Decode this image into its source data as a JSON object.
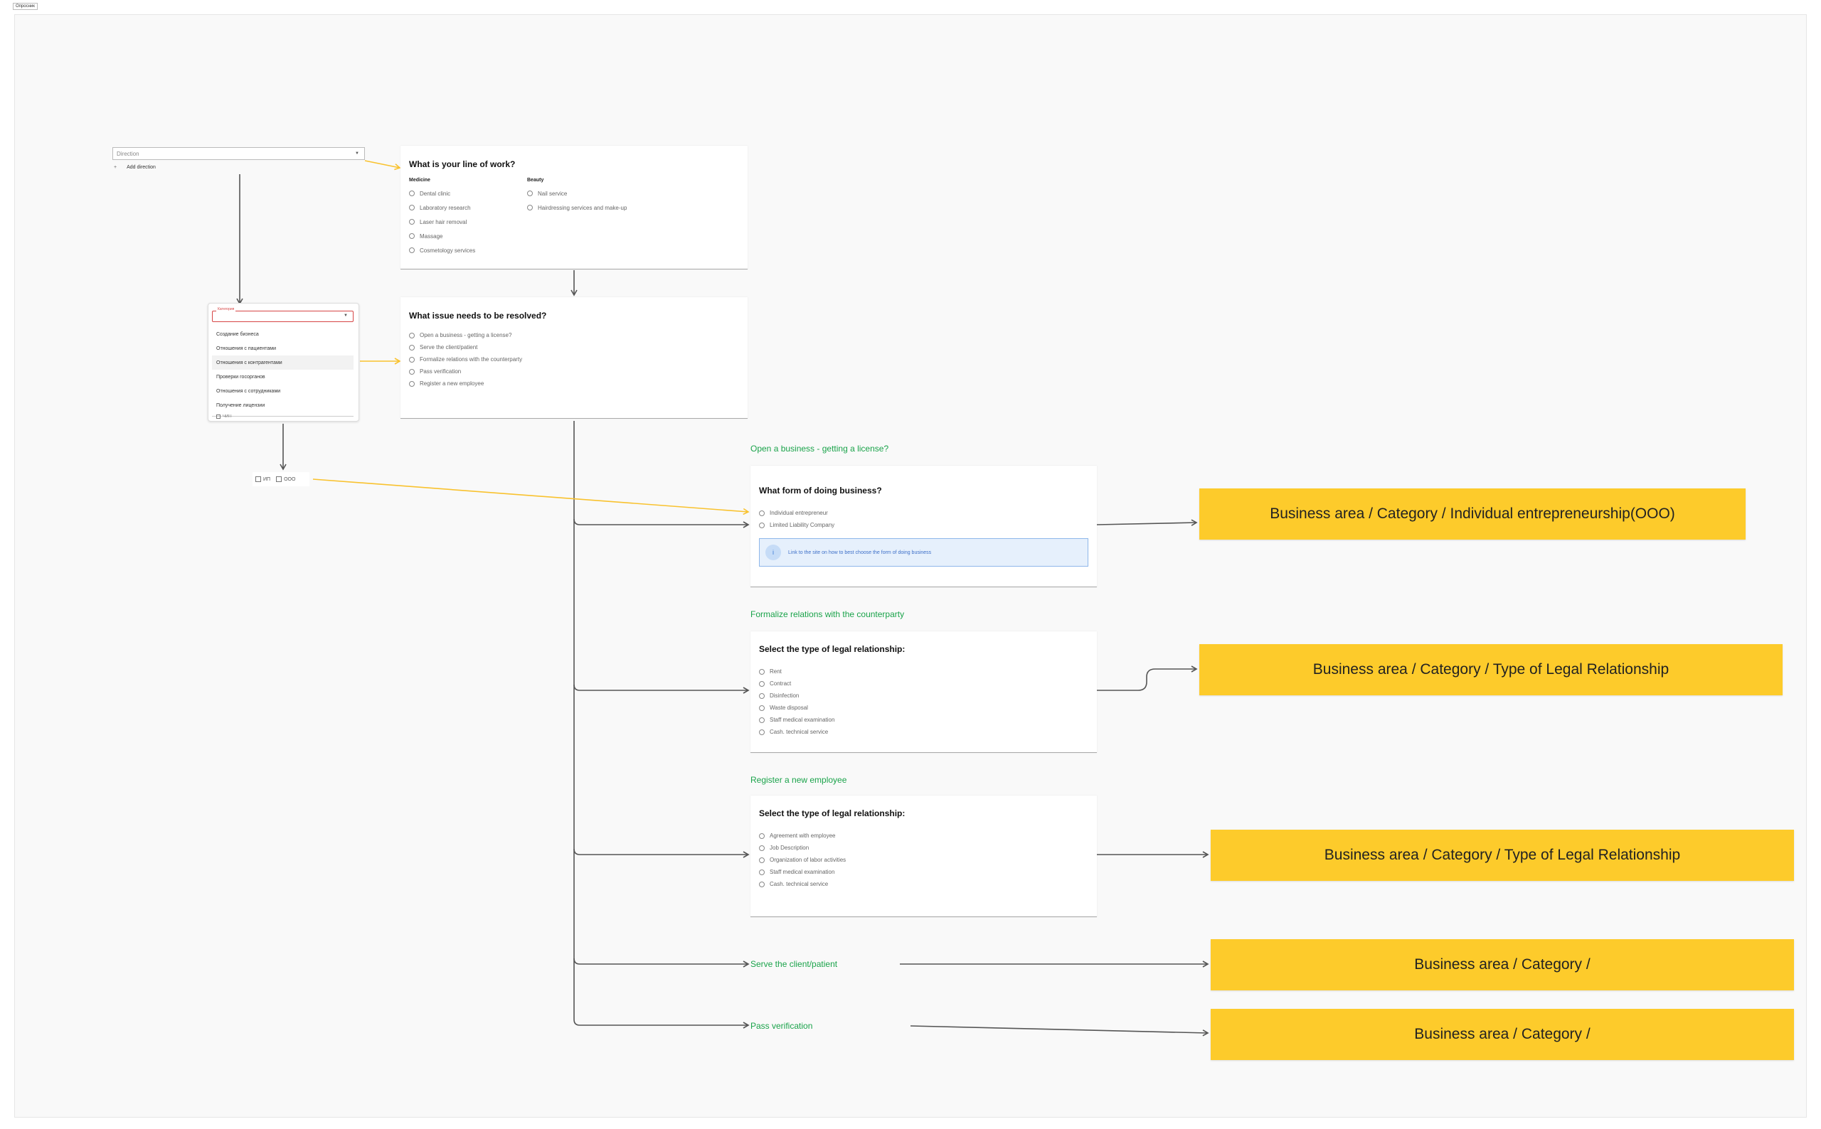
{
  "frame": {
    "label": "Опросник"
  },
  "direction": {
    "placeholder": "Direction",
    "add_label": "Add direction",
    "plus": "+"
  },
  "line_of_work": {
    "title": "What is your line of work?",
    "groups": [
      {
        "name": "Medicine",
        "options": [
          "Dental clinic",
          "Laboratory research",
          "Laser hair removal",
          "Massage",
          "Cosmetology services"
        ]
      },
      {
        "name": "Beauty",
        "options": [
          "Nail service",
          "Hairdressing services and make-up"
        ]
      }
    ]
  },
  "category": {
    "label": "Категория",
    "items": [
      "Создание бизнеса",
      "Отношения с пациентами",
      "Отношения с контрагентами",
      "Проверки госорганов",
      "Отношения с сотрудниками",
      "Получение лицензии"
    ],
    "cut_item": "ЧИП"
  },
  "issue": {
    "title": "What issue needs to be resolved?",
    "options": [
      "Open a business - getting a license?",
      "Serve the client/patient",
      "Formalize relations with the counterparty",
      "Pass verification",
      "Register a new employee"
    ]
  },
  "checkboxes": [
    "ИП",
    "ООО"
  ],
  "sections": {
    "open_business": {
      "label": "Open a business - getting a license?",
      "title": "What form of doing business?",
      "options": [
        "Individual entrepreneur",
        "Limited Liability Company"
      ],
      "info": "Link to the site on how to best choose the form of doing business",
      "info_icon": "i"
    },
    "formalize": {
      "label": "Formalize relations with the counterparty",
      "title": "Select the type of legal relationship:",
      "options": [
        "Rent",
        "Contract",
        "Disinfection",
        "Waste disposal",
        "Staff medical examination",
        "Cash. technical service"
      ]
    },
    "register": {
      "label": "Register a new employee",
      "title": "Select the type of legal relationship:",
      "options": [
        "Agreement with employee",
        "Job Description",
        "Organization of labor activities",
        "Staff medical examination",
        "Cash. technical service"
      ]
    },
    "serve": {
      "label": "Serve the client/patient"
    },
    "verify": {
      "label": "Pass verification"
    }
  },
  "results": [
    "Business area / Category / Individual entrepreneurship(OOO)",
    "Business area / Category / Type of Legal Relationship",
    "Business area / Category / Type of Legal Relationship",
    "Business area / Category /",
    "Business area / Category /"
  ],
  "colors": {
    "connector": "#555555",
    "highlight": "#f9c22e",
    "label_green": "#1aa34a",
    "result_fill": "#fdcb2b"
  }
}
